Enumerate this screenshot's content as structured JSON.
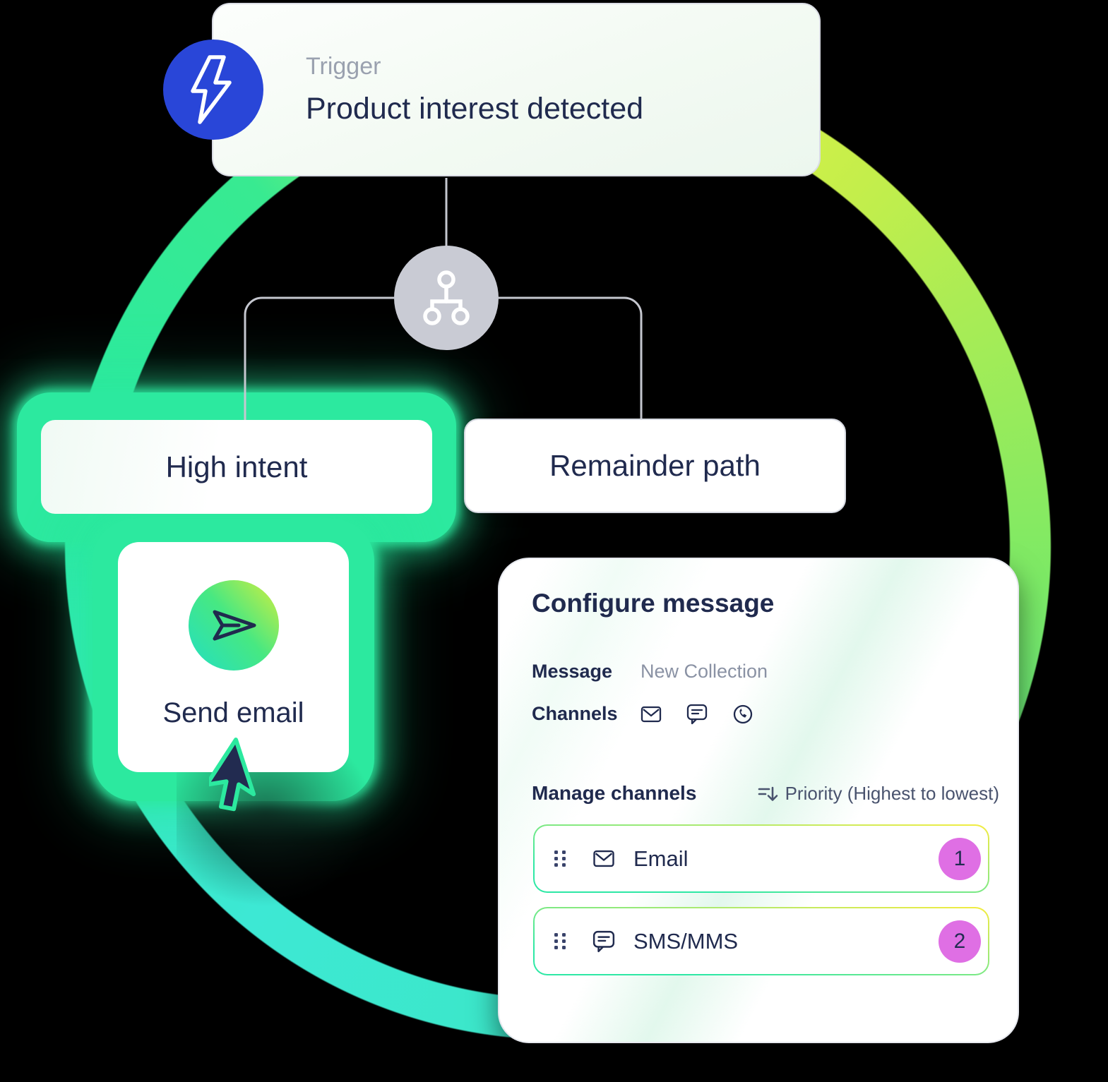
{
  "background_color": "#000000",
  "flow": {
    "trigger": {
      "eyebrow": "Trigger",
      "title": "Product interest detected",
      "icon": "lightning-icon",
      "icon_bg": "#2946D8"
    },
    "branch_node_icon": "branch-split-icon",
    "paths": {
      "high_intent": {
        "label": "High intent",
        "highlighted": true
      },
      "remainder": {
        "label": "Remainder path",
        "highlighted": false
      }
    },
    "action": {
      "label": "Send email",
      "icon": "send-plane-icon"
    }
  },
  "panel": {
    "title": "Configure message",
    "message_label": "Message",
    "message_value": "New Collection",
    "channels_label": "Channels",
    "channel_icons": [
      "email-icon",
      "sms-icon",
      "whatsapp-icon"
    ],
    "manage_label": "Manage channels",
    "priority_label": "Priority (Highest to lowest)",
    "rows": [
      {
        "name": "Email",
        "priority": "1",
        "icon": "email-icon"
      },
      {
        "name": "SMS/MMS",
        "priority": "2",
        "icon": "sms-icon"
      }
    ]
  },
  "colors": {
    "mint": "#2CE99F",
    "teal": "#3DE8D4",
    "lime": "#C4EE4B",
    "blue": "#2946D8",
    "navy": "#202A4E",
    "eyebrow_gray": "#9AA1AF",
    "muted_text": "#8A92A4",
    "badge_magenta": "#DF6FE4",
    "node_gray": "#C9CBD4",
    "connector_gray": "#C5C7CF"
  }
}
